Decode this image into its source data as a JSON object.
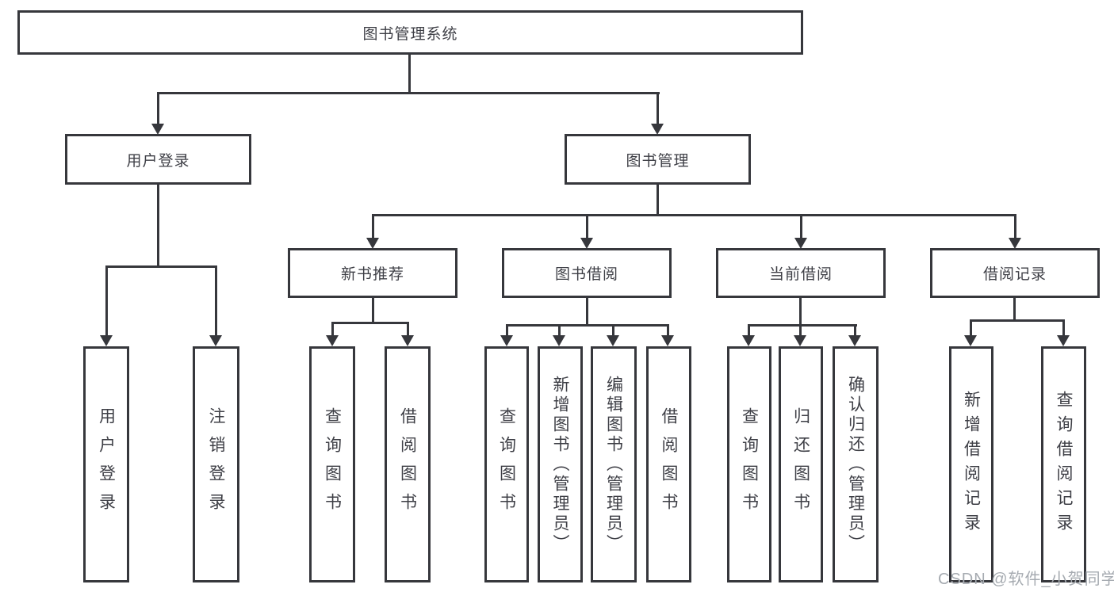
{
  "tree": {
    "root": "图书管理系统",
    "children": [
      {
        "label": "用户登录",
        "children": [
          {
            "label": "用户登录"
          },
          {
            "label": "注销登录"
          }
        ]
      },
      {
        "label": "图书管理",
        "children": [
          {
            "label": "新书推荐",
            "children": [
              {
                "label": "查询图书"
              },
              {
                "label": "借阅图书"
              }
            ]
          },
          {
            "label": "图书借阅",
            "children": [
              {
                "label": "查询图书"
              },
              {
                "label": "新增图书（管理员）"
              },
              {
                "label": "编辑图书（管理员）"
              },
              {
                "label": "借阅图书"
              }
            ]
          },
          {
            "label": "当前借阅",
            "children": [
              {
                "label": "查询图书"
              },
              {
                "label": "归还图书"
              },
              {
                "label": "确认归还（管理员）"
              }
            ]
          },
          {
            "label": "借阅记录",
            "children": [
              {
                "label": "新增借阅记录"
              },
              {
                "label": "查询借阅记录"
              }
            ]
          }
        ]
      }
    ]
  },
  "watermark": "CSDN @软件_小贺同学",
  "colors": {
    "line": "#36373c",
    "text": "#3e3f46",
    "watermark": "#a6abb1",
    "bg": "#ffffff"
  }
}
